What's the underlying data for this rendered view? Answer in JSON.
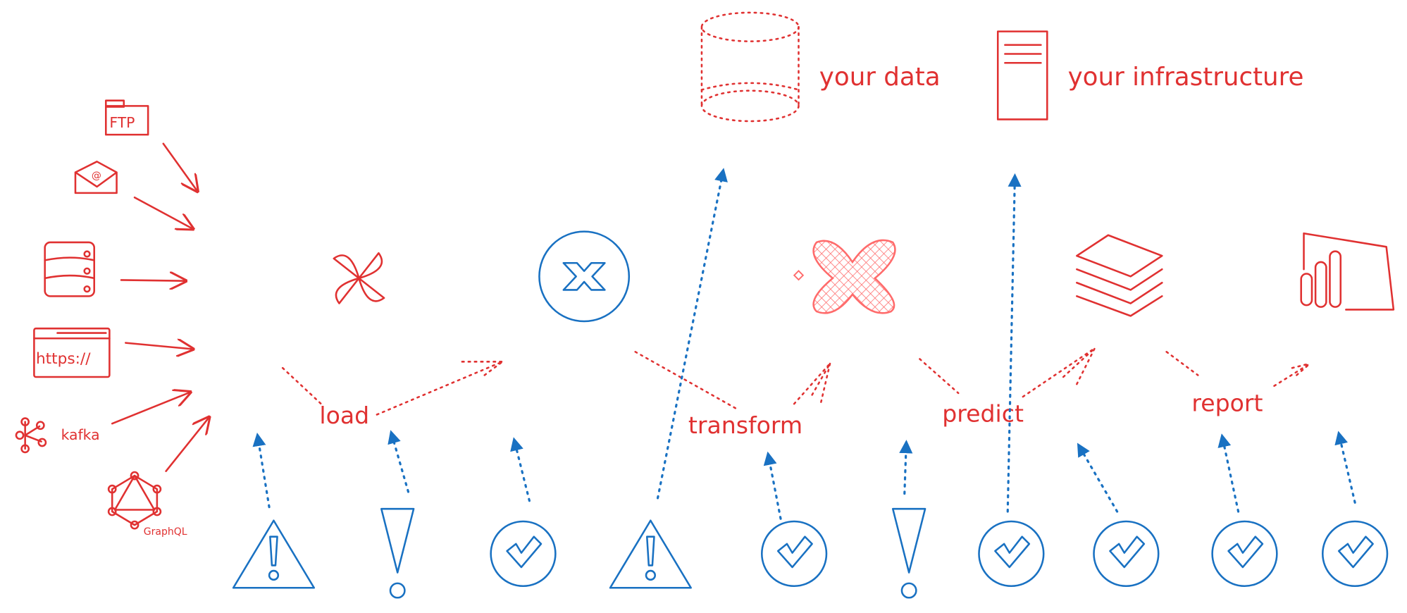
{
  "colors": {
    "red": "#e03131",
    "red_fill": "#ffc9c9",
    "blue": "#1971c2",
    "blue_fill": "#a5d8ff"
  },
  "top": {
    "data_label": "your data",
    "infra_label": "your infrastructure"
  },
  "sources": {
    "ftp": "FTP",
    "email_icon": "email-icon",
    "database_icon": "database-icon",
    "https": "https://",
    "kafka": "kafka",
    "graphql": "GraphQL"
  },
  "stages": [
    {
      "label": "load",
      "tool_icon": "pinwheel-icon"
    },
    {
      "label": "transform",
      "tool_icon": "x-circle-icon"
    },
    {
      "label": "predict",
      "tool_icon": "x-logo-icon"
    },
    {
      "label": "report",
      "tool_icon": "layers-icon"
    }
  ],
  "report_tool_icon": "bar-chart-icon",
  "status_icons": [
    "warning",
    "exclamation",
    "check",
    "warning",
    "check",
    "exclamation",
    "check",
    "check",
    "check",
    "check"
  ]
}
